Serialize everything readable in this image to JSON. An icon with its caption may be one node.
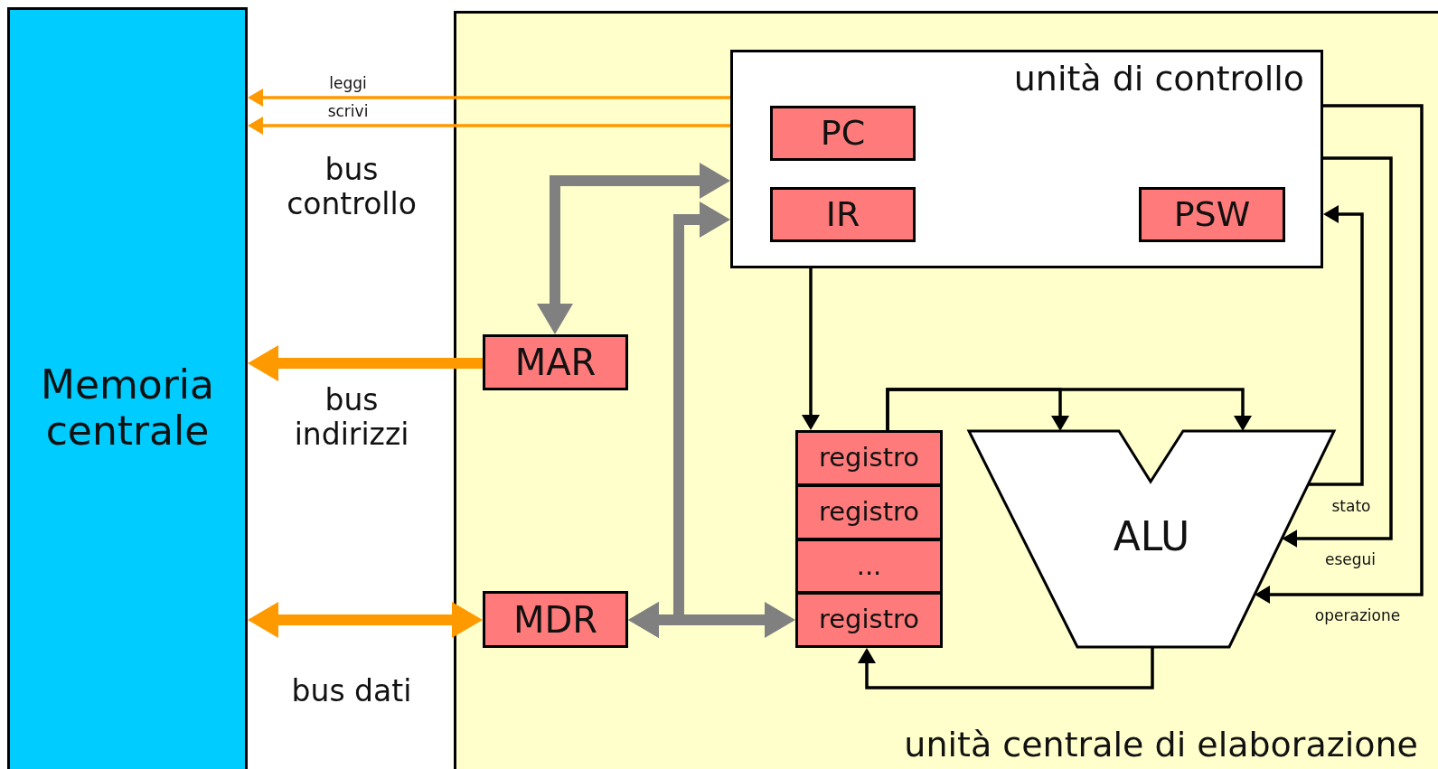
{
  "diagram": {
    "nodes": [
      {
        "text": [
          "Memoria centrale"
        ]
      },
      {
        "text": [
          "unità centrale di elaborazione"
        ]
      },
      {
        "text": [
          "unità di controllo"
        ],
        "in": 1
      },
      {
        "text": [
          "PC"
        ],
        "in": 2
      },
      {
        "text": [
          "IR"
        ],
        "in": 2
      },
      {
        "text": [
          "PSW"
        ],
        "in": 2
      },
      {
        "text": [
          "MAR"
        ],
        "in": 1
      },
      {
        "text": [
          "MDR"
        ],
        "in": 1
      },
      {
        "text": [
          "registro"
        ],
        "in": 1
      },
      {
        "text": [
          "registro"
        ],
        "in": 1
      },
      {
        "text": [
          "..."
        ],
        "in": 1
      },
      {
        "text": [
          "registro"
        ],
        "in": 1
      },
      {
        "text": [
          "ALU"
        ],
        "in": 1
      }
    ],
    "edges": [
      {
        "from": 2,
        "to": 0,
        "arrow": "to",
        "label": "leggi",
        "color": "#ff9900"
      },
      {
        "from": 2,
        "to": 0,
        "arrow": "to",
        "label": "scrivi",
        "color": "#ff9900"
      },
      {
        "from": 6,
        "to": 0,
        "arrow": "to",
        "style": "thick",
        "color": "#ff9900"
      },
      {
        "from": 7,
        "to": 0,
        "arrow": "both",
        "style": "thick",
        "color": "#ff9900"
      },
      {
        "from": 6,
        "to": 2,
        "arrow": "both",
        "style": "thick",
        "color": "#808080"
      },
      {
        "from": 7,
        "to": 2,
        "arrow": "both",
        "style": "thick",
        "color": "#808080"
      },
      {
        "from": 7,
        "to": 11,
        "arrow": "both",
        "style": "thick",
        "color": "#808080"
      },
      {
        "from": 2,
        "to": 8,
        "arrow": "to"
      },
      {
        "from": 8,
        "to": 12,
        "arrow": "to"
      },
      {
        "from": 8,
        "to": 12,
        "arrow": "to"
      },
      {
        "from": 12,
        "to": 11,
        "arrow": "to"
      },
      {
        "from": 12,
        "to": 2,
        "arrow": "to",
        "label": "stato"
      },
      {
        "from": 2,
        "to": 12,
        "arrow": "to",
        "label": "esegui"
      },
      {
        "from": 2,
        "to": 12,
        "arrow": "to",
        "label": "operazione"
      }
    ],
    "labels": [
      "bus controllo",
      "bus indirizzi",
      "bus dati"
    ]
  }
}
